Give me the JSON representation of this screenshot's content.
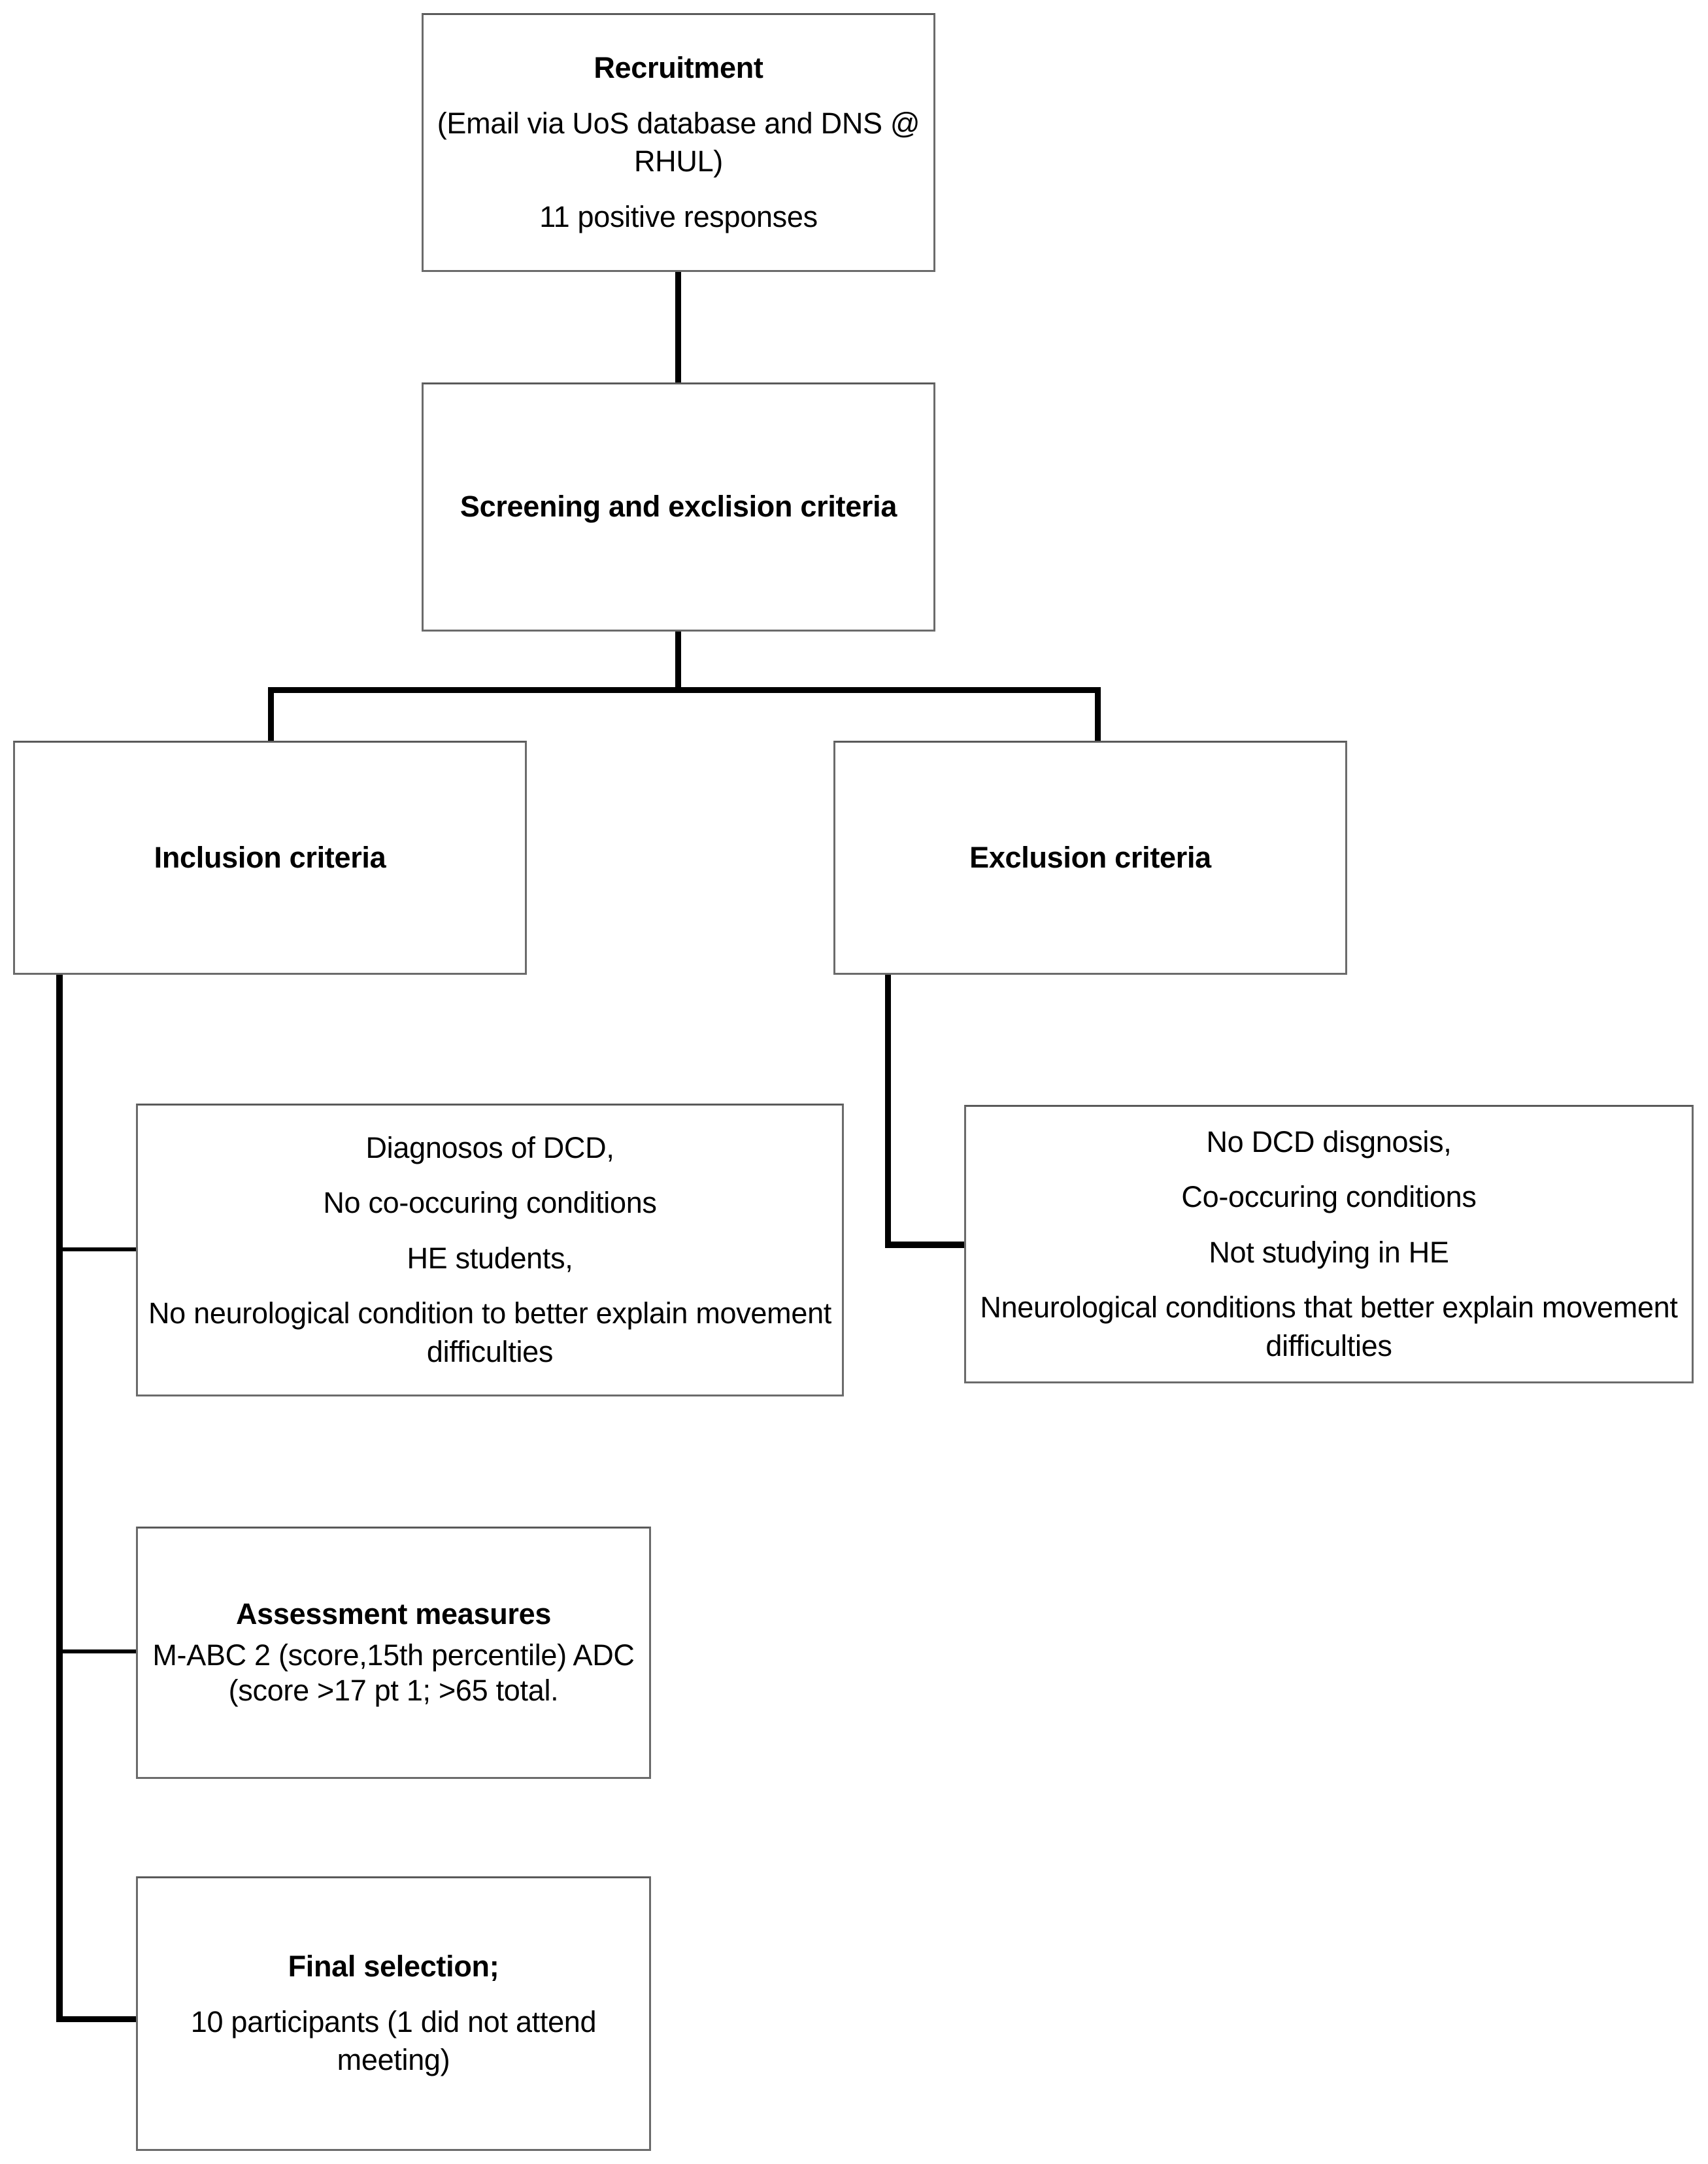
{
  "figure": {
    "type": "flowchart",
    "title": "Participant recruitment and selection flowchart"
  },
  "nodes": {
    "recruitment": {
      "lines": [
        {
          "text": "Recruitment",
          "bold": true
        },
        {
          "text": "(Email via UoS database and DNS @ RHUL)",
          "bold": false
        },
        {
          "text": "11 positive responses",
          "bold": false
        }
      ]
    },
    "screening": {
      "lines": [
        {
          "text": "Screening and exclision criteria",
          "bold": true
        }
      ]
    },
    "inclusion": {
      "lines": [
        {
          "text": "Inclusion criteria",
          "bold": true
        }
      ]
    },
    "exclusion": {
      "lines": [
        {
          "text": "Exclusion criteria",
          "bold": true
        }
      ]
    },
    "inclusion_detail": {
      "lines": [
        {
          "text": "Diagnosos of DCD,",
          "bold": false
        },
        {
          "text": "No co-occuring conditions",
          "bold": false
        },
        {
          "text": "HE students,",
          "bold": false
        },
        {
          "text": "No neurological condition to better explain movement difficulties",
          "bold": false
        }
      ]
    },
    "exclusion_detail": {
      "lines": [
        {
          "text": "No DCD disgnosis,",
          "bold": false
        },
        {
          "text": "Co-occuring conditions",
          "bold": false
        },
        {
          "text": "Not studying in HE",
          "bold": false
        },
        {
          "text": "Nneurological conditions that better explain movement difficulties",
          "bold": false
        }
      ]
    },
    "assessment": {
      "lines": [
        {
          "text": "Assessment measures",
          "bold": true
        },
        {
          "text": "M-ABC 2 (score,15th percentile) ADC (score >17 pt 1; >65 total.",
          "bold": false
        }
      ]
    },
    "final_selection": {
      "lines": [
        {
          "text": "Final selection;",
          "bold": true
        },
        {
          "text": "10 participants (1 did not attend meeting)",
          "bold": false
        }
      ]
    }
  },
  "connectors": [
    {
      "name": "recruitment-to-screening",
      "from": "recruitment",
      "to": "screening"
    },
    {
      "name": "screening-to-branch",
      "from": "screening",
      "to": "branch-bar"
    },
    {
      "name": "branch-to-inclusion",
      "from": "branch-bar",
      "to": "inclusion"
    },
    {
      "name": "branch-to-exclusion",
      "from": "branch-bar",
      "to": "exclusion"
    },
    {
      "name": "inclusion-to-inclusion-detail",
      "from": "inclusion",
      "to": "inclusion_detail"
    },
    {
      "name": "inclusion-to-assessment",
      "from": "inclusion",
      "to": "assessment"
    },
    {
      "name": "inclusion-to-final-selection",
      "from": "inclusion",
      "to": "final_selection"
    },
    {
      "name": "exclusion-to-exclusion-detail",
      "from": "exclusion",
      "to": "exclusion_detail"
    }
  ],
  "colors": {
    "box_border": "#6b6b6b",
    "connector": "#000000",
    "text": "#000000",
    "background": "#ffffff"
  }
}
